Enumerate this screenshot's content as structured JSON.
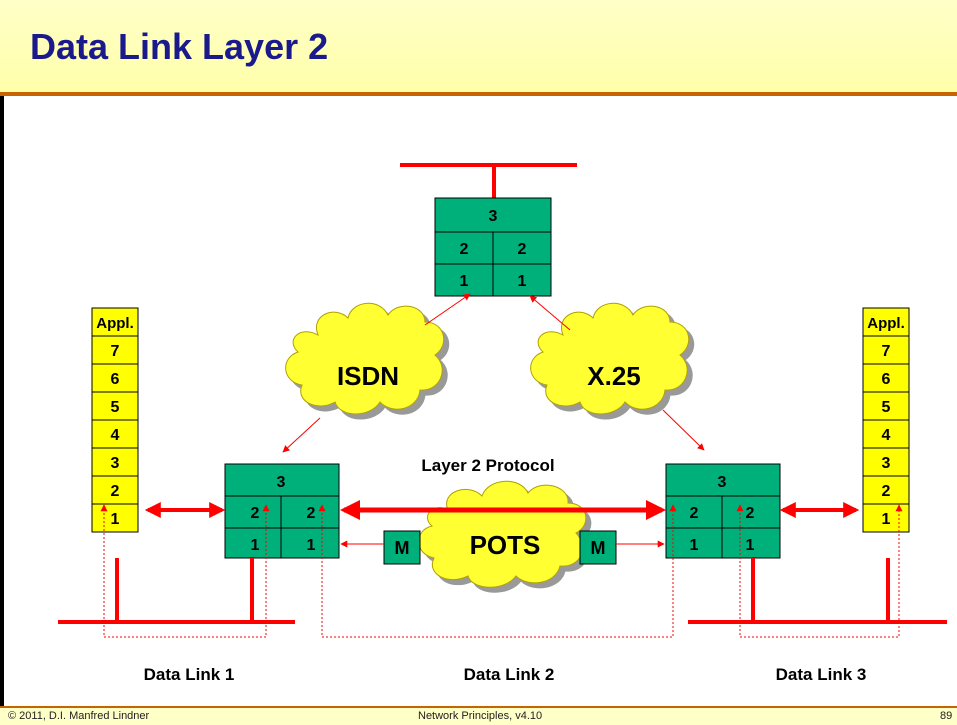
{
  "title": "Data Link Layer 2",
  "footer": {
    "copyright": "© 2011, D.I. Manfred Lindner",
    "center": "Network Principles, v4.10",
    "page": "89"
  },
  "left_stack": [
    "Appl.",
    "7",
    "6",
    "5",
    "4",
    "3",
    "2",
    "1"
  ],
  "right_stack": [
    "Appl.",
    "7",
    "6",
    "5",
    "4",
    "3",
    "2",
    "1"
  ],
  "top_router": {
    "l3": "3",
    "l2a": "2",
    "l2b": "2",
    "l1a": "1",
    "l1b": "1"
  },
  "left_router": {
    "l3": "3",
    "l2a": "2",
    "l2b": "2",
    "l1a": "1",
    "l1b": "1"
  },
  "right_router": {
    "l3": "3",
    "l2a": "2",
    "l2b": "2",
    "l1a": "1",
    "l1b": "1"
  },
  "clouds": {
    "isdn": "ISDN",
    "x25": "X.25",
    "pots": "POTS"
  },
  "modem_label": "M",
  "layer2_protocol": "Layer 2 Protocol",
  "links": {
    "dl1": "Data Link 1",
    "dl2": "Data Link 2",
    "dl3": "Data Link 3"
  },
  "colors": {
    "router": "#00b07a",
    "stack": "#ffff00",
    "cloud": "#ffff33",
    "line": "#ff0000",
    "title": "#1a1a8c"
  }
}
